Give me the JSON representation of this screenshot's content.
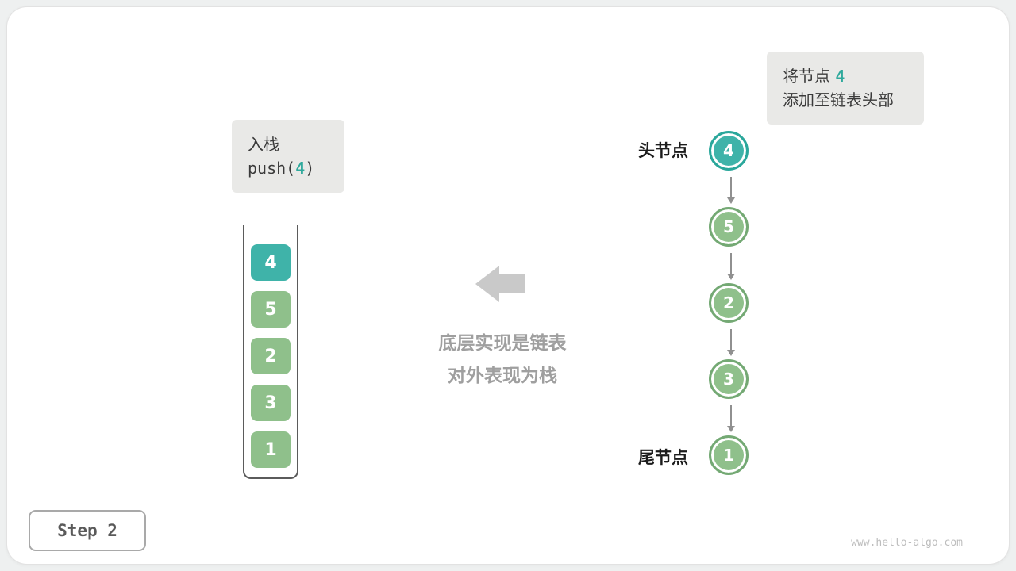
{
  "colors": {
    "teal_fill": "#3fb3a9",
    "teal_border": "#2aa79b",
    "teal_text": "#2fa99c",
    "green_fill": "#8fc08b",
    "green_border": "#74a974",
    "callout_bg": "#e9e9e7",
    "note_text": "#9f9f9f",
    "arrow_gray": "#c9c9c9"
  },
  "callout": {
    "line1_prefix": "将节点",
    "line1_value": "4",
    "line2": "添加至链表头部"
  },
  "operation": {
    "title": "入栈",
    "code_prefix": "push(",
    "code_value": "4",
    "code_suffix": ")"
  },
  "stack": {
    "items": [
      {
        "value": "4"
      },
      {
        "value": "5"
      },
      {
        "value": "2"
      },
      {
        "value": "3"
      },
      {
        "value": "1"
      }
    ]
  },
  "note": {
    "line1": "底层实现是链表",
    "line2": "对外表现为栈"
  },
  "linked_list": {
    "head_label": "头节点",
    "tail_label": "尾节点",
    "nodes": [
      {
        "value": "4"
      },
      {
        "value": "5"
      },
      {
        "value": "2"
      },
      {
        "value": "3"
      },
      {
        "value": "1"
      }
    ]
  },
  "footer": {
    "step_label": "Step 2",
    "watermark": "www.hello-algo.com"
  }
}
